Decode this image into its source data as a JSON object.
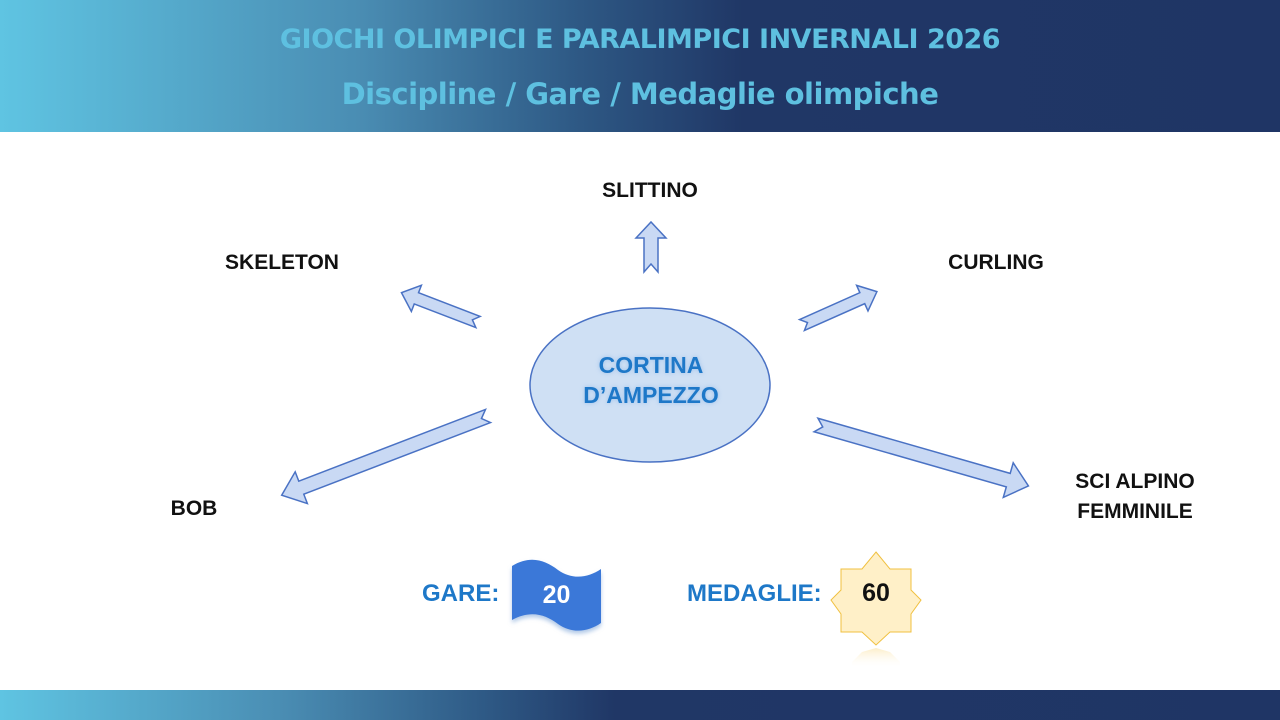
{
  "header": {
    "title": "GIOCHI OLIMPICI E PARALIMPICI INVERNALI 2026",
    "subtitle": "Discipline / Gare / Medaglie olimpiche"
  },
  "diagram": {
    "center": {
      "line1": "CORTINA",
      "line2": "D’AMPEZZO"
    },
    "disciplines": [
      {
        "label": "SLITTINO"
      },
      {
        "label": "SKELETON"
      },
      {
        "label": "CURLING"
      },
      {
        "label": "BOB"
      },
      {
        "label": "SCI ALPINO",
        "label2": "FEMMINILE"
      }
    ]
  },
  "stats": {
    "gare": {
      "label": "GARE:",
      "value": "20",
      "icon": "flag-icon"
    },
    "medaglie": {
      "label": "MEDAGLIE:",
      "value": "60",
      "icon": "star-icon"
    }
  },
  "colors": {
    "header_dark": "#1f3565",
    "header_light": "#5fc4e2",
    "title_text": "#5ec0e0",
    "accent_blue": "#1e78c8",
    "arrow_fill": "#c9d9f4",
    "arrow_stroke": "#4a72c4",
    "ellipse_fill": "#cfe0f4",
    "flag_fill": "#3b78d8",
    "star_fill": "#fff0c8"
  }
}
